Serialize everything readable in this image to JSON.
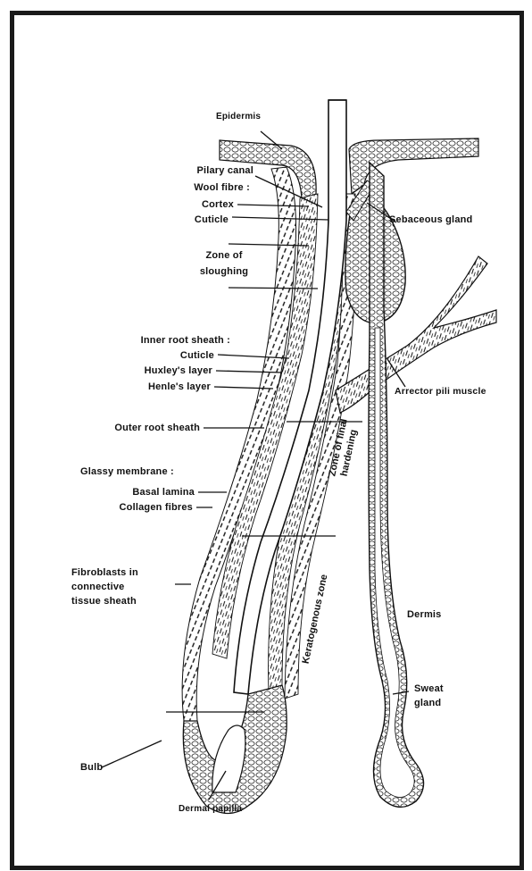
{
  "labels": {
    "epidermis": "Epidermis",
    "pilary_canal": "Pilary canal",
    "wool_fibre": "Wool fibre :",
    "cortex": "Cortex",
    "cuticle_1": "Cuticle",
    "zone_of_sloughing_1": "Zone of",
    "zone_of_sloughing_2": "sloughing",
    "inner_root_sheath": "Inner root sheath :",
    "cuticle_2": "Cuticle",
    "huxleys_layer": "Huxley's layer",
    "henles_layer": "Henle's layer",
    "outer_root_sheath": "Outer root sheath",
    "glassy_membrane": "Glassy membrane :",
    "basal_lamina": "Basal lamina",
    "collagen_fibres": "Collagen fibres",
    "fibroblasts_1": "Fibroblasts in",
    "fibroblasts_2": "connective",
    "fibroblasts_3": "tissue sheath",
    "bulb": "Bulb",
    "dermal_papilla": "Dermal papilla",
    "sebaceous_gland": "Sebaceous gland",
    "arrector_pili": "Arrector pili muscle",
    "dermis": "Dermis",
    "sweat_gland_1": "Sweat",
    "sweat_gland_2": "gland",
    "zone_final_hardening_1": "Zone of final",
    "zone_final_hardening_2": "hardening",
    "keratogenous_zone": "Keratogenous zone"
  },
  "colors": {
    "ink": "#111111",
    "frame": "#1a1a1a",
    "paper": "#ffffff"
  }
}
